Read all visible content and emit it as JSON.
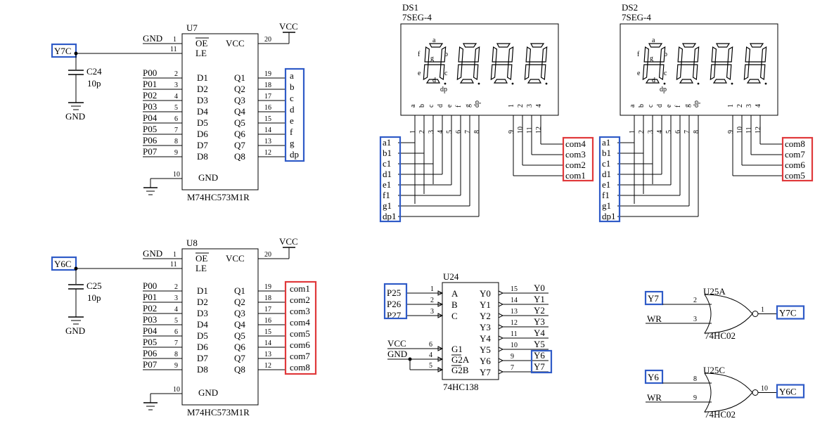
{
  "u7": {
    "ref": "U7",
    "part": "M74HC573M1R",
    "oe": "OE",
    "le": "LE",
    "vcc": "VCC",
    "gnd": "GND",
    "d": [
      "D1",
      "D2",
      "D3",
      "D4",
      "D5",
      "D6",
      "D7",
      "D8"
    ],
    "q": [
      "Q1",
      "Q2",
      "Q3",
      "Q4",
      "Q5",
      "Q6",
      "Q7",
      "Q8"
    ],
    "inputs": [
      "P00",
      "P01",
      "P02",
      "P03",
      "P04",
      "P05",
      "P06",
      "P07"
    ],
    "in_pins": [
      "2",
      "3",
      "4",
      "5",
      "6",
      "7",
      "8",
      "9"
    ],
    "out_pins": [
      "19",
      "18",
      "17",
      "16",
      "15",
      "14",
      "13",
      "12"
    ],
    "outputs": [
      "a",
      "b",
      "c",
      "d",
      "e",
      "f",
      "g",
      "dp"
    ],
    "pin_oe": "1",
    "pin_le": "11",
    "pin_vcc": "20",
    "pin_gnd": "10",
    "gnd_label": "GND",
    "vcc_label": "VCC",
    "le_net": "Y7C",
    "cap_ref": "C24",
    "cap_val": "10p",
    "cap_gnd": "GND"
  },
  "u8": {
    "ref": "U8",
    "part": "M74HC573M1R",
    "oe": "OE",
    "le": "LE",
    "vcc": "VCC",
    "gnd": "GND",
    "d": [
      "D1",
      "D2",
      "D3",
      "D4",
      "D5",
      "D6",
      "D7",
      "D8"
    ],
    "q": [
      "Q1",
      "Q2",
      "Q3",
      "Q4",
      "Q5",
      "Q6",
      "Q7",
      "Q8"
    ],
    "inputs": [
      "P00",
      "P01",
      "P02",
      "P03",
      "P04",
      "P05",
      "P06",
      "P07"
    ],
    "in_pins": [
      "2",
      "3",
      "4",
      "5",
      "6",
      "7",
      "8",
      "9"
    ],
    "out_pins": [
      "19",
      "18",
      "17",
      "16",
      "15",
      "14",
      "13",
      "12"
    ],
    "outputs": [
      "com1",
      "com2",
      "com3",
      "com4",
      "com5",
      "com6",
      "com7",
      "com8"
    ],
    "pin_oe": "1",
    "pin_le": "11",
    "pin_vcc": "20",
    "pin_gnd": "10",
    "gnd_label": "GND",
    "vcc_label": "VCC",
    "le_net": "Y6C",
    "cap_ref": "C25",
    "cap_val": "10p",
    "cap_gnd": "GND"
  },
  "ds1": {
    "ref": "DS1",
    "part": "7SEG-4",
    "seg_labels": [
      "a",
      "b",
      "c",
      "d",
      "e",
      "f",
      "g",
      "dp"
    ],
    "seg_pins": [
      "1",
      "2",
      "3",
      "4",
      "5",
      "6",
      "7",
      "8"
    ],
    "com_labels": [
      "1",
      "2",
      "3",
      "4"
    ],
    "com_pins": [
      "9",
      "10",
      "11",
      "12"
    ],
    "seg_nets": [
      "a1",
      "b1",
      "c1",
      "d1",
      "e1",
      "f1",
      "g1",
      "dp1"
    ],
    "com_nets": [
      "com4",
      "com3",
      "com2",
      "com1"
    ],
    "digit_letters": {
      "a": "a",
      "b": "b",
      "c": "c",
      "d": "d",
      "e": "e",
      "f": "f",
      "g": "g",
      "dp": "dp"
    }
  },
  "ds2": {
    "ref": "DS2",
    "part": "7SEG-4",
    "seg_labels": [
      "a",
      "b",
      "c",
      "d",
      "e",
      "f",
      "g",
      "dp"
    ],
    "seg_pins": [
      "1",
      "2",
      "3",
      "4",
      "5",
      "6",
      "7",
      "8"
    ],
    "com_labels": [
      "1",
      "2",
      "3",
      "4"
    ],
    "com_pins": [
      "9",
      "10",
      "11",
      "12"
    ],
    "seg_nets": [
      "a1",
      "b1",
      "c1",
      "d1",
      "e1",
      "f1",
      "g1",
      "dp1"
    ],
    "com_nets": [
      "com8",
      "com7",
      "com6",
      "com5"
    ],
    "digit_letters": {
      "a": "a",
      "b": "b",
      "c": "c",
      "d": "d",
      "e": "e",
      "f": "f",
      "g": "g",
      "dp": "dp"
    }
  },
  "u24": {
    "ref": "U24",
    "part": "74HC138",
    "in_labels": [
      "A",
      "B",
      "C"
    ],
    "in_pins": [
      "1",
      "2",
      "3"
    ],
    "in_nets": [
      "P25",
      "P26",
      "P27"
    ],
    "en_labels": [
      "G1",
      "G2A",
      "G2B"
    ],
    "en_pins": [
      "6",
      "4",
      "5"
    ],
    "en_nets": [
      "VCC",
      "GND"
    ],
    "out_labels": [
      "Y0",
      "Y1",
      "Y2",
      "Y3",
      "Y4",
      "Y5",
      "Y6",
      "Y7"
    ],
    "out_pins": [
      "15",
      "14",
      "13",
      "12",
      "11",
      "10",
      "9",
      "7"
    ],
    "out_nets": [
      "Y0",
      "Y1",
      "Y2",
      "Y3",
      "Y4",
      "Y5",
      "Y6",
      "Y7"
    ]
  },
  "u25a": {
    "ref": "U25A",
    "part": "74HC02",
    "in1": "Y7",
    "in2": "WR",
    "pin1": "2",
    "pin2": "3",
    "pin_out": "1",
    "out": "Y7C"
  },
  "u25c": {
    "ref": "U25C",
    "part": "74HC02",
    "in1": "Y6",
    "in2": "WR",
    "pin1": "8",
    "pin2": "9",
    "pin_out": "10",
    "out": "Y6C"
  }
}
